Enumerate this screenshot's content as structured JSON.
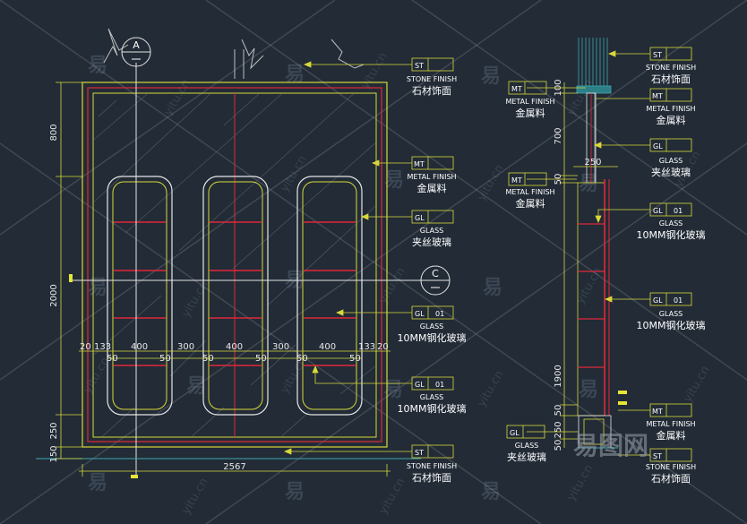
{
  "watermark": {
    "char": "易",
    "site": "yitu.cn",
    "brand": "易图网"
  },
  "bubbles": {
    "a": "A",
    "c": "C"
  },
  "front_elevation": {
    "width_total": "2567",
    "horizontal_dims": [
      "20",
      "133",
      "400",
      "300",
      "400",
      "300",
      "400",
      "133",
      "20"
    ],
    "inner_dims": [
      "50",
      "50",
      "50",
      "50",
      "50",
      "50"
    ],
    "vertical_dims": [
      "800",
      "2000",
      "250",
      "150"
    ]
  },
  "section": {
    "width": "250",
    "vertical_dims": [
      "100",
      "700",
      "50",
      "1900",
      "50",
      "250",
      "50"
    ]
  },
  "callouts": [
    {
      "code": "ST",
      "en": "STONE FINISH",
      "cn": "石材饰面"
    },
    {
      "code": "MT",
      "en": "METAL FINISH",
      "cn": "金属料"
    },
    {
      "code": "GL",
      "en": "GLASS",
      "cn": "夹丝玻璃"
    },
    {
      "code": "GL",
      "num": "01",
      "en": "GLASS",
      "cn": "10MM钢化玻璃"
    },
    {
      "code": "GL",
      "num": "01",
      "en": "GLASS",
      "cn": "10MM钢化玻璃"
    },
    {
      "code": "ST",
      "en": "STONE FINISH",
      "cn": "石材饰面"
    }
  ],
  "section_callouts": [
    {
      "code": "ST",
      "en": "STONE FINISH",
      "cn": "石材饰面"
    },
    {
      "code": "MT",
      "en": "METAL FINISH",
      "cn": "金属料"
    },
    {
      "code": "MT",
      "en": "METAL FINISH",
      "cn": "金属料"
    },
    {
      "code": "GL",
      "en": "GLASS",
      "cn": "夹丝玻璃"
    },
    {
      "code": "MT",
      "en": "METAL FINISH",
      "cn": "金属料"
    },
    {
      "code": "GL",
      "num": "01",
      "en": "GLASS",
      "cn": "10MM钢化玻璃"
    },
    {
      "code": "GL",
      "num": "01",
      "en": "GLASS",
      "cn": "10MM钢化玻璃"
    },
    {
      "code": "GL",
      "en": "GLASS",
      "cn": "夹丝玻璃"
    },
    {
      "code": "MT",
      "en": "METAL FINISH",
      "cn": "金属料"
    },
    {
      "code": "ST",
      "en": "STONE FINISH",
      "cn": "石材饰面"
    }
  ],
  "colors": {
    "background": "#222b36",
    "yellow": "#d8d83a",
    "red": "#e0283a",
    "line": "#e6e6e6",
    "cyan": "#3fa8b0"
  }
}
